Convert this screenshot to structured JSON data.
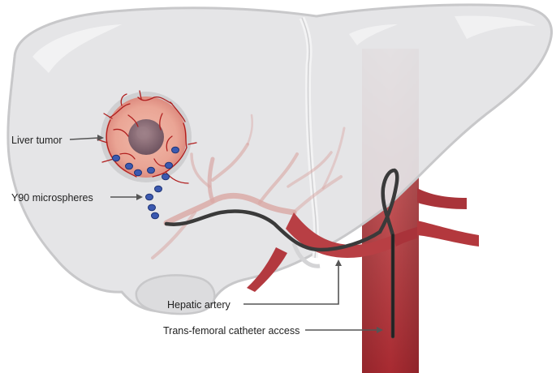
{
  "diagram": {
    "labels": {
      "liver_tumor": "Liver tumor",
      "microspheres": "Y90 microspheres",
      "hepatic_artery": "Hepatic artery",
      "catheter_access": "Trans-femoral catheter access"
    },
    "colors": {
      "liver_fill": "#e3e3e4",
      "liver_edge": "#c9c9cb",
      "aorta": "#b0353a",
      "aorta_dark": "#8f242a",
      "artery": "#b84045",
      "tumor_ring": "#e8a9a0",
      "tumor_core": "#8a6a74",
      "vessel_net": "#b01e1e",
      "microsphere": "#3b59b0",
      "catheter": "#3a3a3a",
      "arrow": "#555555"
    }
  }
}
